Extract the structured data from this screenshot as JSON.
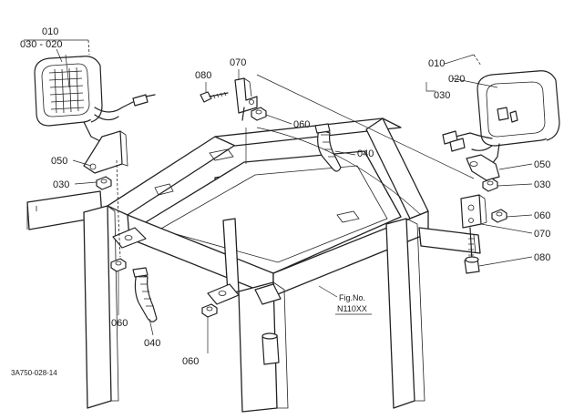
{
  "callouts": {
    "left_lamp_group": "010",
    "left_lamp_sub": "030 - 020",
    "c080_left": "080",
    "c070_top": "070",
    "c060_top": "060",
    "c040_right": "040",
    "c050_left": "050",
    "c030_left": "030",
    "c060_left_low": "060",
    "c040_left_low": "040",
    "c060_bottom": "060",
    "right_lamp_010": "010",
    "right_lamp_020": "020",
    "right_lamp_030": "030",
    "c050_right": "050",
    "c030_right": "030",
    "c060_right": "060",
    "c070_right": "070",
    "c080_right": "080"
  },
  "fig_ref": {
    "line1": "Fig.No.",
    "line2": "N110XX"
  },
  "footer_code": "3A750-028-14"
}
